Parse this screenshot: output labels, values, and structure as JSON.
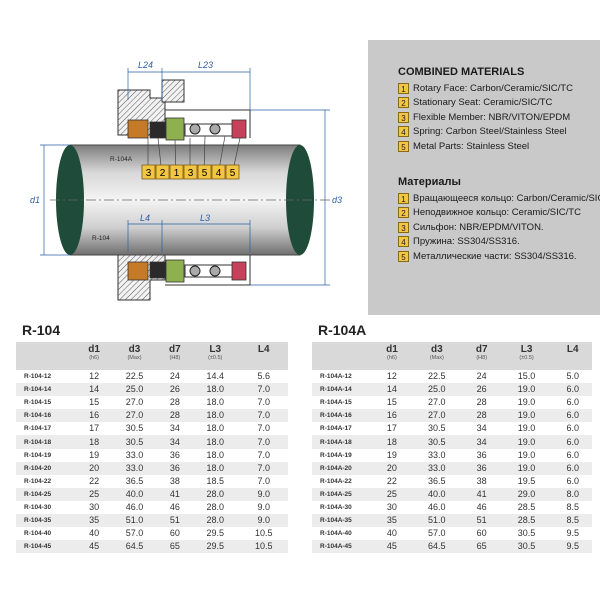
{
  "drawing": {
    "model_label_a": "R-104A",
    "model_label_b": "R-104",
    "dim_labels": {
      "l24": "L24",
      "l23": "L23",
      "l4": "L4",
      "l3": "L3",
      "d1": "d1",
      "d3": "d3"
    },
    "part_numbers": [
      "3",
      "2",
      "1",
      "3",
      "5",
      "4",
      "5"
    ]
  },
  "materials": {
    "en_title": "COMBINED MATERIALS",
    "en_items": [
      {
        "num": "1",
        "text": "Rotary Face: Carbon/Ceramic/SIC/TC"
      },
      {
        "num": "2",
        "text": "Stationary Seat: Ceramic/SIC/TC"
      },
      {
        "num": "3",
        "text": "Flexible Member: NBR/VITON/EPDM"
      },
      {
        "num": "4",
        "text": "Spring: Carbon Steel/Stainless Steel"
      },
      {
        "num": "5",
        "text": "Metal Parts: Stainless Steel"
      }
    ],
    "ru_title": "Материалы",
    "ru_items": [
      {
        "num": "1",
        "text": "Вращающееся кольцо: Carbon/Ceramic/SIC/TC"
      },
      {
        "num": "2",
        "text": "Неподвижное кольцо: Ceramic/SIC/TC"
      },
      {
        "num": "3",
        "text": "Сильфон: NBR/EPDM/VITON."
      },
      {
        "num": "4",
        "text": "Пружина: SS304/SS316."
      },
      {
        "num": "5",
        "text": "Металлические части: SS304/SS316."
      }
    ]
  },
  "tables": [
    {
      "title": "R-104",
      "headers": [
        {
          "main": "",
          "sub": ""
        },
        {
          "main": "d1",
          "sub": "(h6)"
        },
        {
          "main": "d3",
          "sub": "(Max)"
        },
        {
          "main": "d7",
          "sub": "(H8)"
        },
        {
          "main": "L3",
          "sub": "(±0.5)"
        },
        {
          "main": "L4",
          "sub": ""
        }
      ],
      "rows": [
        [
          "R-104-12",
          "12",
          "22.5",
          "24",
          "14.4",
          "5.6"
        ],
        [
          "R-104-14",
          "14",
          "25.0",
          "26",
          "18.0",
          "7.0"
        ],
        [
          "R-104-15",
          "15",
          "27.0",
          "28",
          "18.0",
          "7.0"
        ],
        [
          "R-104-16",
          "16",
          "27.0",
          "28",
          "18.0",
          "7.0"
        ],
        [
          "R-104-17",
          "17",
          "30.5",
          "34",
          "18.0",
          "7.0"
        ],
        [
          "R-104-18",
          "18",
          "30.5",
          "34",
          "18.0",
          "7.0"
        ],
        [
          "R-104-19",
          "19",
          "33.0",
          "36",
          "18.0",
          "7.0"
        ],
        [
          "R-104-20",
          "20",
          "33.0",
          "36",
          "18.0",
          "7.0"
        ],
        [
          "R-104-22",
          "22",
          "36.5",
          "38",
          "18.5",
          "7.0"
        ],
        [
          "R-104-25",
          "25",
          "40.0",
          "41",
          "28.0",
          "9.0"
        ],
        [
          "R-104-30",
          "30",
          "46.0",
          "46",
          "28.0",
          "9.0"
        ],
        [
          "R-104-35",
          "35",
          "51.0",
          "51",
          "28.0",
          "9.0"
        ],
        [
          "R-104-40",
          "40",
          "57.0",
          "60",
          "29.5",
          "10.5"
        ],
        [
          "R-104-45",
          "45",
          "64.5",
          "65",
          "29.5",
          "10.5"
        ]
      ]
    },
    {
      "title": "R-104A",
      "headers": [
        {
          "main": "",
          "sub": ""
        },
        {
          "main": "d1",
          "sub": "(h6)"
        },
        {
          "main": "d3",
          "sub": "(Max)"
        },
        {
          "main": "d7",
          "sub": "(H8)"
        },
        {
          "main": "L3",
          "sub": "(±0.5)"
        },
        {
          "main": "L4",
          "sub": ""
        }
      ],
      "rows": [
        [
          "R-104A-12",
          "12",
          "22.5",
          "24",
          "15.0",
          "5.0"
        ],
        [
          "R-104A-14",
          "14",
          "25.0",
          "26",
          "19.0",
          "6.0"
        ],
        [
          "R-104A-15",
          "15",
          "27.0",
          "28",
          "19.0",
          "6.0"
        ],
        [
          "R-104A-16",
          "16",
          "27.0",
          "28",
          "19.0",
          "6.0"
        ],
        [
          "R-104A-17",
          "17",
          "30.5",
          "34",
          "19.0",
          "6.0"
        ],
        [
          "R-104A-18",
          "18",
          "30.5",
          "34",
          "19.0",
          "6.0"
        ],
        [
          "R-104A-19",
          "19",
          "33.0",
          "36",
          "19.0",
          "6.0"
        ],
        [
          "R-104A-20",
          "20",
          "33.0",
          "36",
          "19.0",
          "6.0"
        ],
        [
          "R-104A-22",
          "22",
          "36.5",
          "38",
          "19.5",
          "6.0"
        ],
        [
          "R-104A-25",
          "25",
          "40.0",
          "41",
          "29.0",
          "8.0"
        ],
        [
          "R-104A-30",
          "30",
          "46.0",
          "46",
          "28.5",
          "8.5"
        ],
        [
          "R-104A-35",
          "35",
          "51.0",
          "51",
          "28.5",
          "8.5"
        ],
        [
          "R-104A-40",
          "40",
          "57.0",
          "60",
          "30.5",
          "9.5"
        ],
        [
          "R-104A-45",
          "45",
          "64.5",
          "65",
          "30.5",
          "9.5"
        ]
      ]
    }
  ]
}
